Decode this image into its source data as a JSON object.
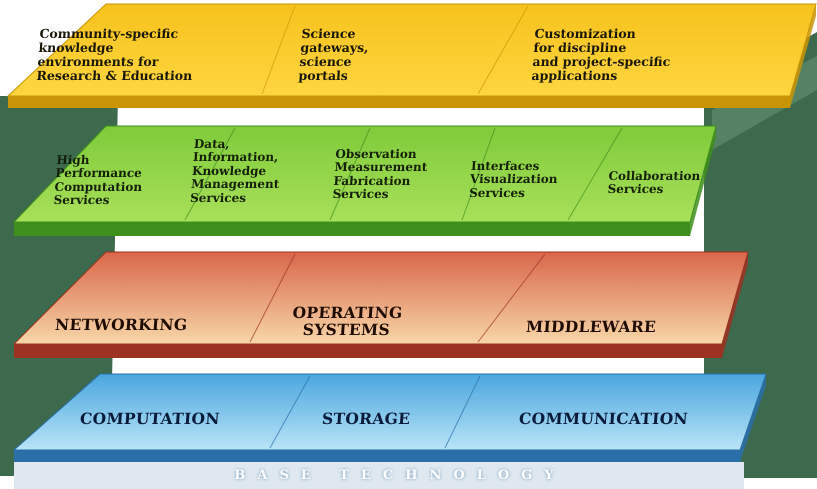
{
  "layers": [
    {
      "id": "application",
      "colors": {
        "top": "#ffd640",
        "face": "#f6c21c",
        "side": "#c99506"
      },
      "cells": [
        {
          "label": "Community-specific\nknowledge\nenvironments for\nResearch & Education"
        },
        {
          "label": "Science\ngateways,\nscience\nportals"
        },
        {
          "label": "Customization\nfor discipline\nand project-specific\napplications"
        }
      ]
    },
    {
      "id": "services",
      "colors": {
        "top": "#a8e05a",
        "face": "#7fcb3a",
        "side": "#3f8f1c"
      },
      "cells": [
        {
          "label": "High\nPerformance\nComputation\nServices"
        },
        {
          "label": "Data,\nInformation,\nKnowledge\nManagement\nServices"
        },
        {
          "label": "Observation\nMeasurement\nFabrication\nServices"
        },
        {
          "label": "Interfaces\nVisualization\nServices"
        },
        {
          "label": "Collaboration\nServices"
        }
      ]
    },
    {
      "id": "systems",
      "colors": {
        "top": "#f7d7a8",
        "face": "#d9664a",
        "side": "#9b3222"
      },
      "cells": [
        {
          "label": "NETWORKING"
        },
        {
          "label": "OPERATING\nSYSTEMS"
        },
        {
          "label": "MIDDLEWARE"
        }
      ]
    },
    {
      "id": "base",
      "colors": {
        "top": "#b9e4f7",
        "face": "#4aa6de",
        "side": "#2a6fa8"
      },
      "cells": [
        {
          "label": "COMPUTATION"
        },
        {
          "label": "STORAGE"
        },
        {
          "label": "COMMUNICATION"
        }
      ]
    }
  ],
  "base_label": "BASE TECHNOLOGY",
  "colors": {
    "column": "#3d6a4c",
    "column_light": "#6d9a7a"
  }
}
